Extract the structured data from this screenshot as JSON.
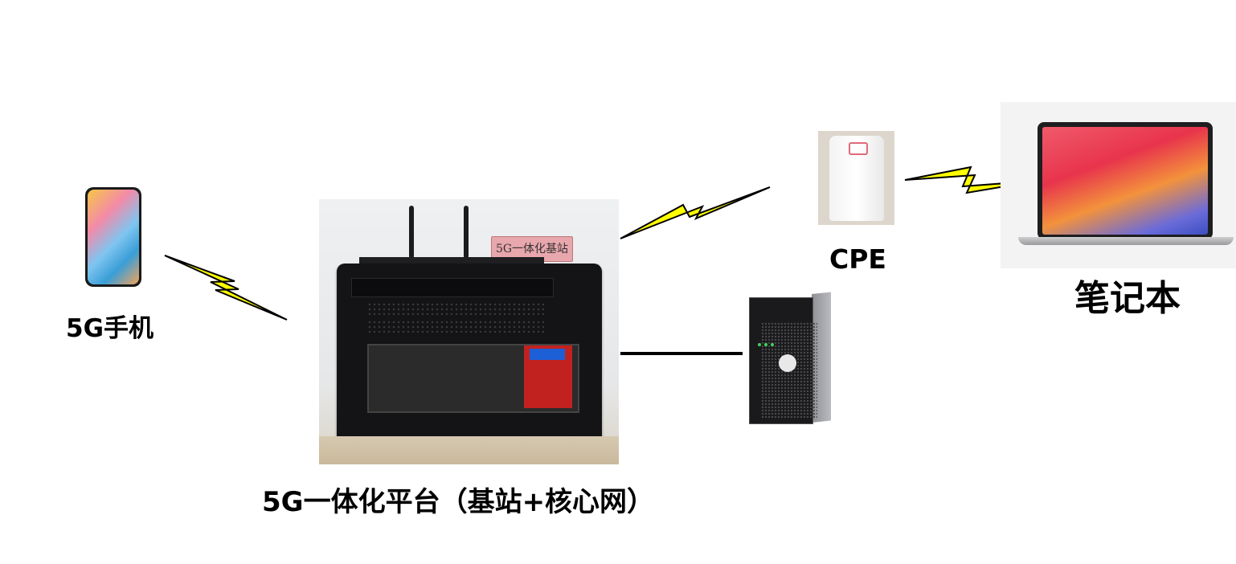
{
  "labels": {
    "phone": "5G手机",
    "platform": "5G一体化平台（基站+核心网）",
    "cpe": "CPE",
    "laptop": "笔记本",
    "rack_sign": "5G一体化基站"
  },
  "colors": {
    "lightning_fill": "#ffff00",
    "lightning_stroke": "#000000",
    "wired_link": "#000000"
  },
  "links": [
    {
      "from": "phone",
      "to": "platform",
      "type": "wireless"
    },
    {
      "from": "platform",
      "to": "cpe",
      "type": "wireless"
    },
    {
      "from": "cpe",
      "to": "laptop",
      "type": "wireless"
    },
    {
      "from": "platform",
      "to": "server",
      "type": "wired"
    }
  ]
}
